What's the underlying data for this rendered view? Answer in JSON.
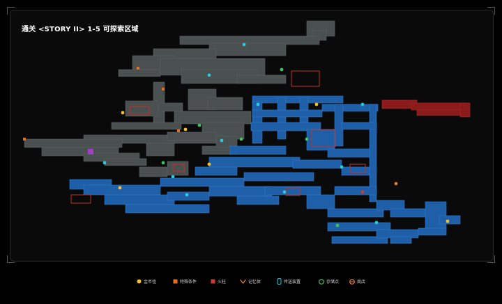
{
  "title": "通关 <STORY II> 1-5 可探索区域",
  "colors": {
    "background": "#000000",
    "explored_gray": "#4a4f4f",
    "story_blue": "#1e5fa8",
    "restricted_red": "#8b1a1a",
    "room_border_red": "#c0302a",
    "coin_yellow": "#f2c230",
    "special_orange": "#e07020",
    "fire_red": "#d03a2a",
    "memory_orange": "#e08030",
    "teleport_cyan": "#30c8d8",
    "save_green": "#40c060",
    "shop_orange": "#e07a30"
  },
  "legend": [
    {
      "icon": "coin-icon",
      "label": "金币怪"
    },
    {
      "icon": "special-condition-icon",
      "label": "特殊条件"
    },
    {
      "icon": "fire-pillar-icon",
      "label": "火柱"
    },
    {
      "icon": "memory-icon",
      "label": "记忆体"
    },
    {
      "icon": "teleport-icon",
      "label": "传送装置"
    },
    {
      "icon": "save-point-icon",
      "label": "存储点"
    },
    {
      "icon": "shop-icon",
      "label": "商店"
    }
  ]
}
